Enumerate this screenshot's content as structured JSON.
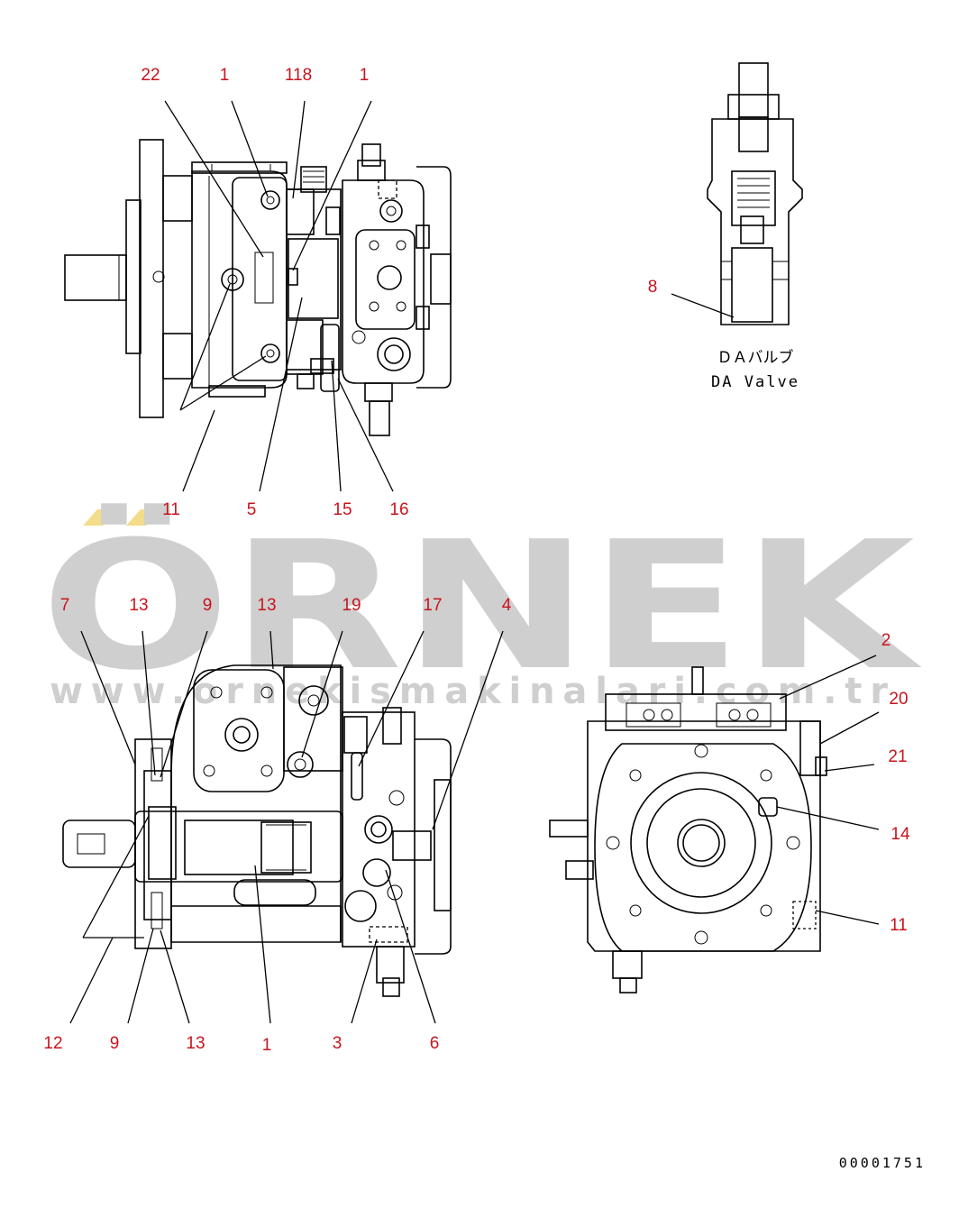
{
  "watermark": {
    "brand": "ÖRNEK",
    "url": "www.ornekismakinalari.com.tr"
  },
  "views": {
    "top_view": {
      "callouts": [
        "22",
        "1",
        "118",
        "1",
        "11",
        "5",
        "15",
        "16"
      ]
    },
    "da_valve": {
      "callouts": [
        "8"
      ],
      "label_jp": "ＤＡバルブ",
      "label_en": "DA Valve"
    },
    "side_view": {
      "callouts": [
        "7",
        "13",
        "9",
        "13",
        "19",
        "17",
        "4",
        "12",
        "9",
        "13",
        "1",
        "3",
        "6"
      ]
    },
    "end_view": {
      "callouts": [
        "2",
        "20",
        "21",
        "14",
        "11"
      ]
    }
  },
  "drawing_number": "00001751"
}
